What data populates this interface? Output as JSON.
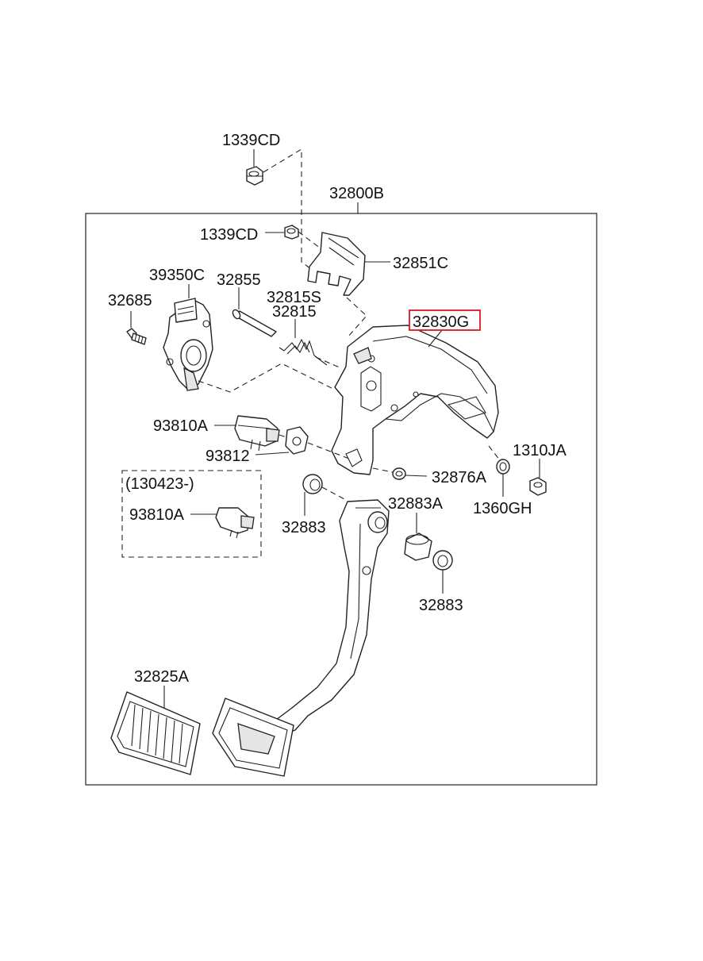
{
  "diagram": {
    "highlight_color": "#e0141e",
    "line_color": "#222222",
    "labels": {
      "assembly": "32800B",
      "nut_top": "1339CD",
      "nut_mid": "1339CD",
      "bracket": "32851C",
      "sensor": "39350C",
      "pin": "32855",
      "spring_s": "32815S",
      "spring": "32815",
      "bolt": "32685",
      "pedal_member": "32830G",
      "switch_a": "93810A",
      "switch_clip": "93812",
      "stopper": "32876A",
      "nut_right": "1310JA",
      "washer": "1360GH",
      "bushing_left": "32883",
      "sleeve": "32883A",
      "bushing_right": "32883",
      "pad": "32825A",
      "inset_date": "(130423-)",
      "inset_switch": "93810A"
    }
  }
}
